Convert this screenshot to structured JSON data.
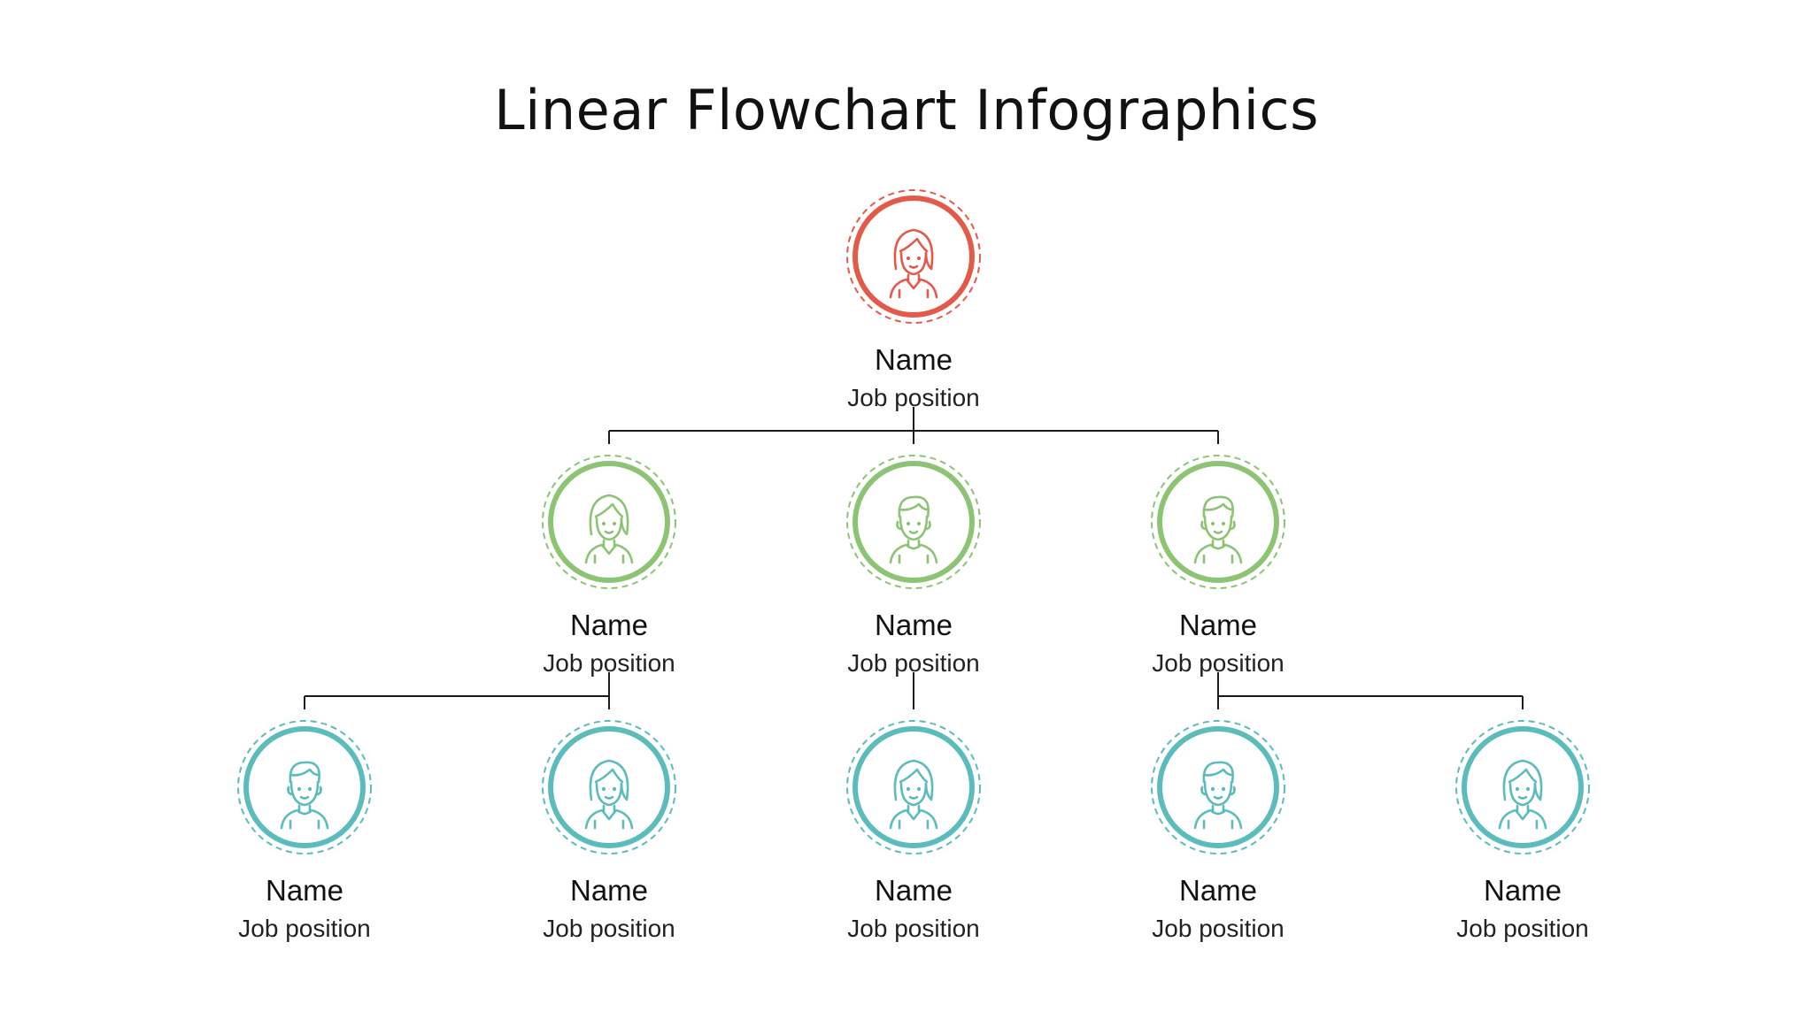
{
  "title": "Linear Flowchart Infographics",
  "colors": {
    "level1": "#e35a4a",
    "level2": "#8cc474",
    "level3": "#5bbcbb",
    "connector": "#1a1a1a"
  },
  "nodes": [
    {
      "name": "Name",
      "job": "Job position",
      "level": 1,
      "avatar": "woman-avatar-icon"
    },
    {
      "name": "Name",
      "job": "Job position",
      "level": 2,
      "avatar": "woman-avatar-icon"
    },
    {
      "name": "Name",
      "job": "Job position",
      "level": 2,
      "avatar": "man-avatar-icon"
    },
    {
      "name": "Name",
      "job": "Job position",
      "level": 2,
      "avatar": "man-avatar-icon"
    },
    {
      "name": "Name",
      "job": "Job position",
      "level": 3,
      "avatar": "man-avatar-icon"
    },
    {
      "name": "Name",
      "job": "Job position",
      "level": 3,
      "avatar": "woman-avatar-icon"
    },
    {
      "name": "Name",
      "job": "Job position",
      "level": 3,
      "avatar": "woman-avatar-icon"
    },
    {
      "name": "Name",
      "job": "Job position",
      "level": 3,
      "avatar": "man-avatar-icon"
    },
    {
      "name": "Name",
      "job": "Job position",
      "level": 3,
      "avatar": "woman-avatar-icon"
    }
  ],
  "edges": [
    [
      0,
      1
    ],
    [
      0,
      2
    ],
    [
      0,
      3
    ],
    [
      1,
      4
    ],
    [
      1,
      5
    ],
    [
      2,
      6
    ],
    [
      3,
      7
    ],
    [
      3,
      8
    ]
  ]
}
